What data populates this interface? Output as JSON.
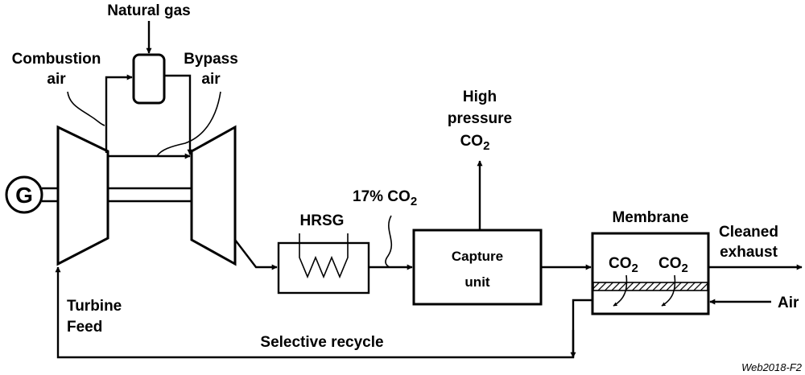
{
  "labels": {
    "natural_gas": "Natural gas",
    "combustion_air_1": "Combustion",
    "combustion_air_2": "air",
    "bypass_air_1": "Bypass",
    "bypass_air_2": "air",
    "generator": "G",
    "hrsg": "HRSG",
    "co2_17_prefix": "17% CO",
    "co2_sub": "2",
    "high_pressure_1": "High",
    "high_pressure_2": "pressure",
    "high_pressure_co2": "CO",
    "capture_unit_1": "Capture",
    "capture_unit_2": "unit",
    "membrane": "Membrane",
    "membrane_co2_a": "CO",
    "membrane_co2_b": "CO",
    "cleaned_exhaust_1": "Cleaned",
    "cleaned_exhaust_2": "exhaust",
    "air": "Air",
    "turbine_feed_1": "Turbine",
    "turbine_feed_2": "Feed",
    "selective_recycle": "Selective recycle",
    "figure_id": "Web2018-F2"
  }
}
